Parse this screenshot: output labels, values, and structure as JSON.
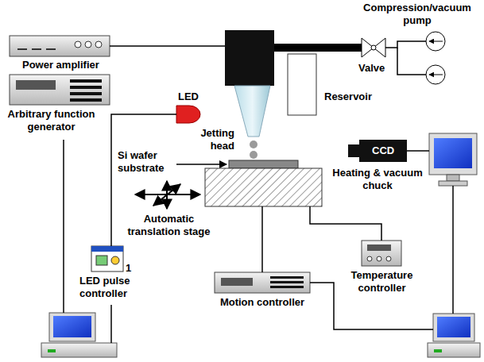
{
  "diagram": {
    "nodes": [
      {
        "text": [
          "Compression/vacuum pump"
        ]
      },
      {
        "text": [
          "Valve"
        ]
      },
      {
        "text": [
          "Power amplifier"
        ]
      },
      {
        "text": [
          "Arbitrary function generator"
        ]
      },
      {
        "text": [
          "Jetting head"
        ]
      },
      {
        "text": [
          "Reservoir"
        ]
      },
      {
        "text": [
          "LED"
        ]
      },
      {
        "text": [
          "Si wafer substrate"
        ]
      },
      {
        "text": [
          "Heating & vacuum chuck"
        ]
      },
      {
        "text": [
          "CCD"
        ]
      },
      {
        "text": [
          "LED pulse controller"
        ]
      },
      {
        "text": [
          "Motion controller"
        ]
      },
      {
        "text": [
          "Temperature controller"
        ]
      }
    ],
    "edges": [
      {
        "from": 2,
        "to": 4,
        "arrow": "none"
      },
      {
        "from": 4,
        "to": 1,
        "arrow": "none"
      },
      {
        "from": 1,
        "to": 0,
        "arrow": "none"
      },
      {
        "from": 6,
        "to": 10,
        "arrow": "none"
      },
      {
        "from": 8,
        "to": 11,
        "arrow": "none"
      },
      {
        "from": 8,
        "to": 12,
        "arrow": "none"
      }
    ],
    "labels": [
      "Automatic translation stage",
      "1"
    ]
  }
}
